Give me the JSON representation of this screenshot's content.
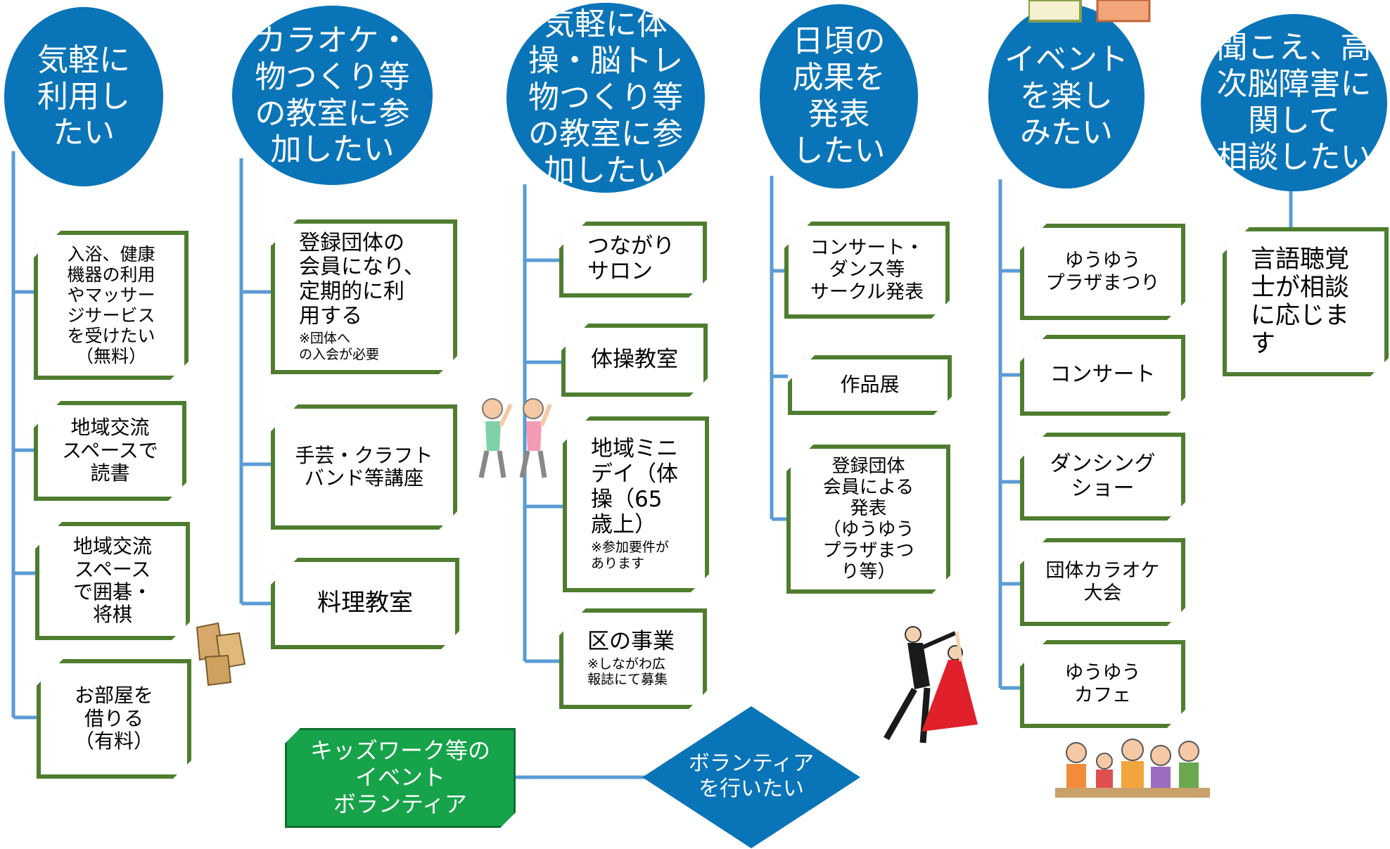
{
  "colors": {
    "header_fill": "#0a74b8",
    "connector": "#5b9bd5",
    "box_border": "#4f7d2f",
    "volunteer_box": "#16a34a"
  },
  "columns": [
    {
      "header": "気軽に\n利用し\nたい",
      "items": [
        {
          "text": "入浴、健康\n機器の利用\nやマッサー\nジサービス\nを受けたい\n（無料）"
        },
        {
          "text": "地域交流\nスペースで\n読書"
        },
        {
          "text": "地域交流\nスペース\nで囲碁・\n将棋"
        },
        {
          "text": "お部屋を\n借りる\n（有料）"
        }
      ]
    },
    {
      "header": "カラオケ・\n物つくり等\nの教室に参\n加したい",
      "items": [
        {
          "text": "登録団体の\n会員になり、\n定期的に利\n用する",
          "note": "※団体へ\nの入会が必要"
        },
        {
          "text": "手芸・クラフト\nバンド等講座"
        },
        {
          "text": "料理教室"
        }
      ]
    },
    {
      "header": "気軽に体\n操・脳トレ\n物つくり等\nの教室に参\n加したい",
      "items": [
        {
          "text": "つながり\nサロン"
        },
        {
          "text": "体操教室"
        },
        {
          "text": "地域ミニ\nデイ（体\n操（65\n歳上）",
          "note": "※参加要件が\nあります"
        },
        {
          "text": "区の事業",
          "note": "※しながわ広\n報誌にて募集"
        }
      ]
    },
    {
      "header": "日頃の\n成果を\n発表\nしたい",
      "items": [
        {
          "text": "コンサート・\nダンス等\nサークル発表"
        },
        {
          "text": "作品展"
        },
        {
          "text": "登録団体\n会員による\n発表\n（ゆうゆう\nプラザまつ\nり等）"
        }
      ]
    },
    {
      "header": "イベント\nを楽し\nみたい",
      "items": [
        {
          "text": "ゆうゆう\nプラザまつり"
        },
        {
          "text": "コンサート"
        },
        {
          "text": "ダンシング\nショー"
        },
        {
          "text": "団体カラオケ\n大会"
        },
        {
          "text": "ゆうゆう\nカフェ"
        }
      ]
    },
    {
      "header": "聞こえ、高\n次脳障害に\n関して\n相談したい",
      "items": [
        {
          "text": "言語聴覚\n士が相談\nに応じま\nす"
        }
      ]
    }
  ],
  "volunteer": {
    "decision": "ボランティア\nを行いたい",
    "item": "キッズワーク等の\nイベント\nボランティア"
  },
  "illustrations": [
    "exercising-seniors-illustration",
    "shogi-pieces-illustration",
    "ballroom-dancers-illustration",
    "family-meal-illustration",
    "people-top-illustration"
  ]
}
